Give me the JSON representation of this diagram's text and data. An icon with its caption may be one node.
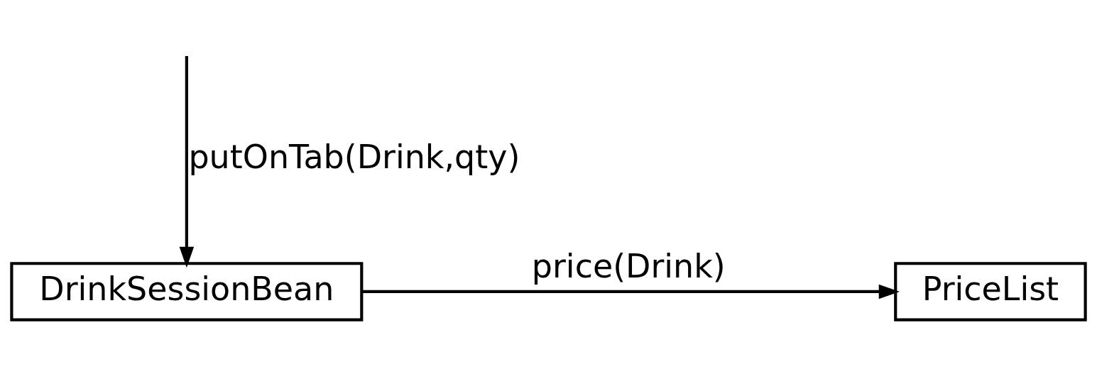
{
  "diagram": {
    "nodes": [
      {
        "text": [
          "DrinkSessionBean"
        ]
      },
      {
        "text": [
          "PriceList"
        ]
      }
    ],
    "edges": [
      {
        "from": null,
        "to": 0,
        "arrow": "to",
        "label": "putOnTab(Drink,qty)"
      },
      {
        "from": 0,
        "to": 1,
        "arrow": "to",
        "label": "price(Drink)"
      }
    ]
  }
}
